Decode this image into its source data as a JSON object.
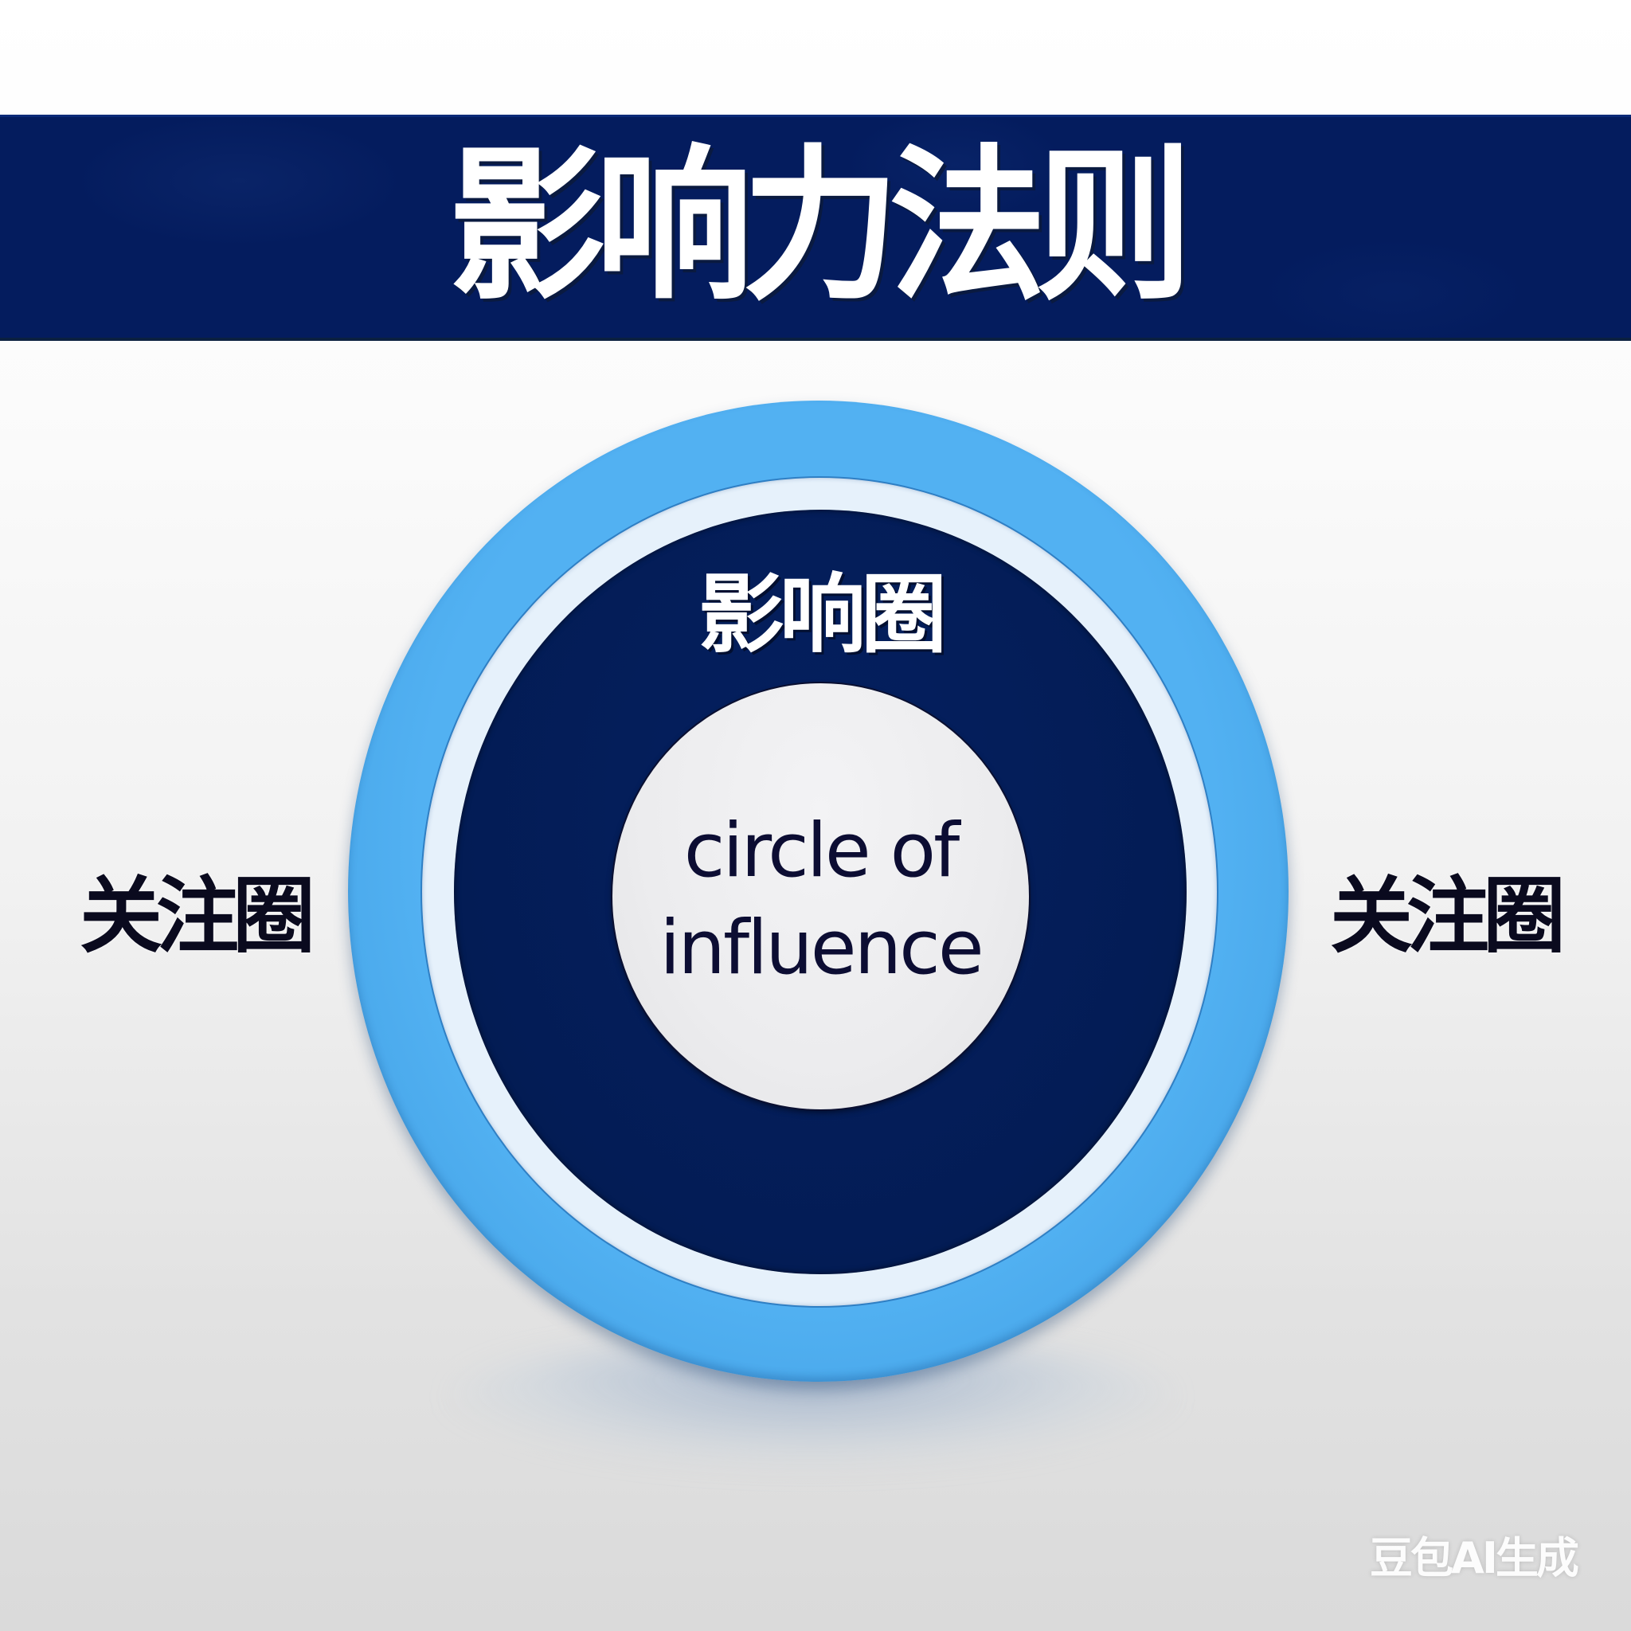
{
  "banner": {
    "title": "影响力法则",
    "background_color": "#041c5e",
    "text_color": "#ffffff"
  },
  "diagram": {
    "outer_ring": {
      "label_left": "关注圈",
      "label_right": "关注圈",
      "color": "#4aa9ec"
    },
    "separator_ring": {
      "color": "#e6f1fb"
    },
    "middle_ring": {
      "label": "影响圈",
      "color": "#031c55"
    },
    "inner_circle": {
      "line1": "circle of",
      "line2": "influence",
      "color": "#ececee",
      "text_color": "#0c0d33"
    }
  },
  "watermark": {
    "text": "豆包AI生成"
  }
}
